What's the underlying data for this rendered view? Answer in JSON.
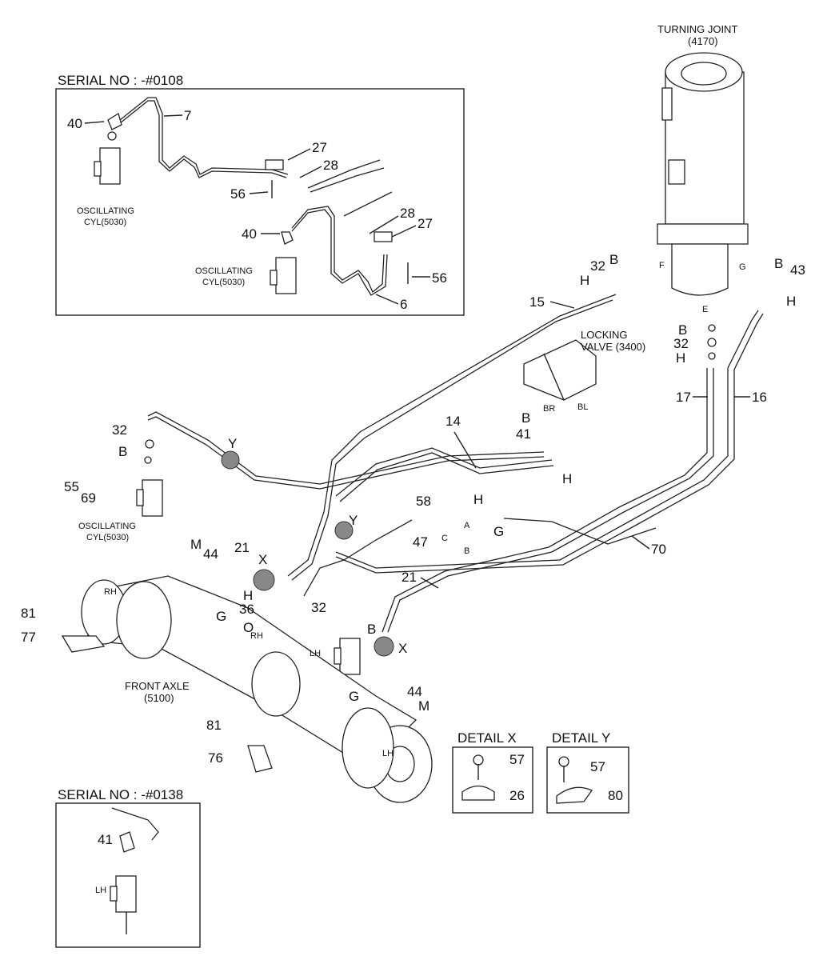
{
  "headers": {
    "serial_top": "SERIAL NO : -#0108",
    "serial_bottom": "SERIAL NO : -#0138",
    "turning_joint_1": "TURNING JOINT",
    "turning_joint_2": "(4170)",
    "locking_valve_1": "LOCKING",
    "locking_valve_2": "VALVE (3400)",
    "front_axle_1": "FRONT AXLE",
    "front_axle_2": "(5100)",
    "osc_cyl_1": "OSCILLATING",
    "osc_cyl_2": "CYL(5030)",
    "detail_x": "DETAIL X",
    "detail_y": "DETAIL Y"
  },
  "callouts": {
    "p40": "40",
    "p7": "7",
    "p27": "27",
    "p28": "28",
    "p56": "56",
    "p6": "6",
    "p15": "15",
    "p32": "32",
    "pB": "B",
    "pH": "H",
    "p43": "43",
    "p17": "17",
    "p16": "16",
    "p14": "14",
    "p41": "41",
    "p55": "55",
    "p69": "69",
    "p58": "58",
    "p47": "47",
    "pG": "G",
    "pY": "Y",
    "p70": "70",
    "p21": "21",
    "pX": "X",
    "pM": "M",
    "p44": "44",
    "p36": "36",
    "pO": "O",
    "p81": "81",
    "p77": "77",
    "p76": "76",
    "p57": "57",
    "p26": "26",
    "p80": "80"
  },
  "small_labels": {
    "F": "F",
    "G": "G",
    "E": "E",
    "BR": "BR",
    "BL": "BL",
    "A": "A",
    "B": "B",
    "C": "C",
    "RH": "RH",
    "LH": "LH"
  }
}
